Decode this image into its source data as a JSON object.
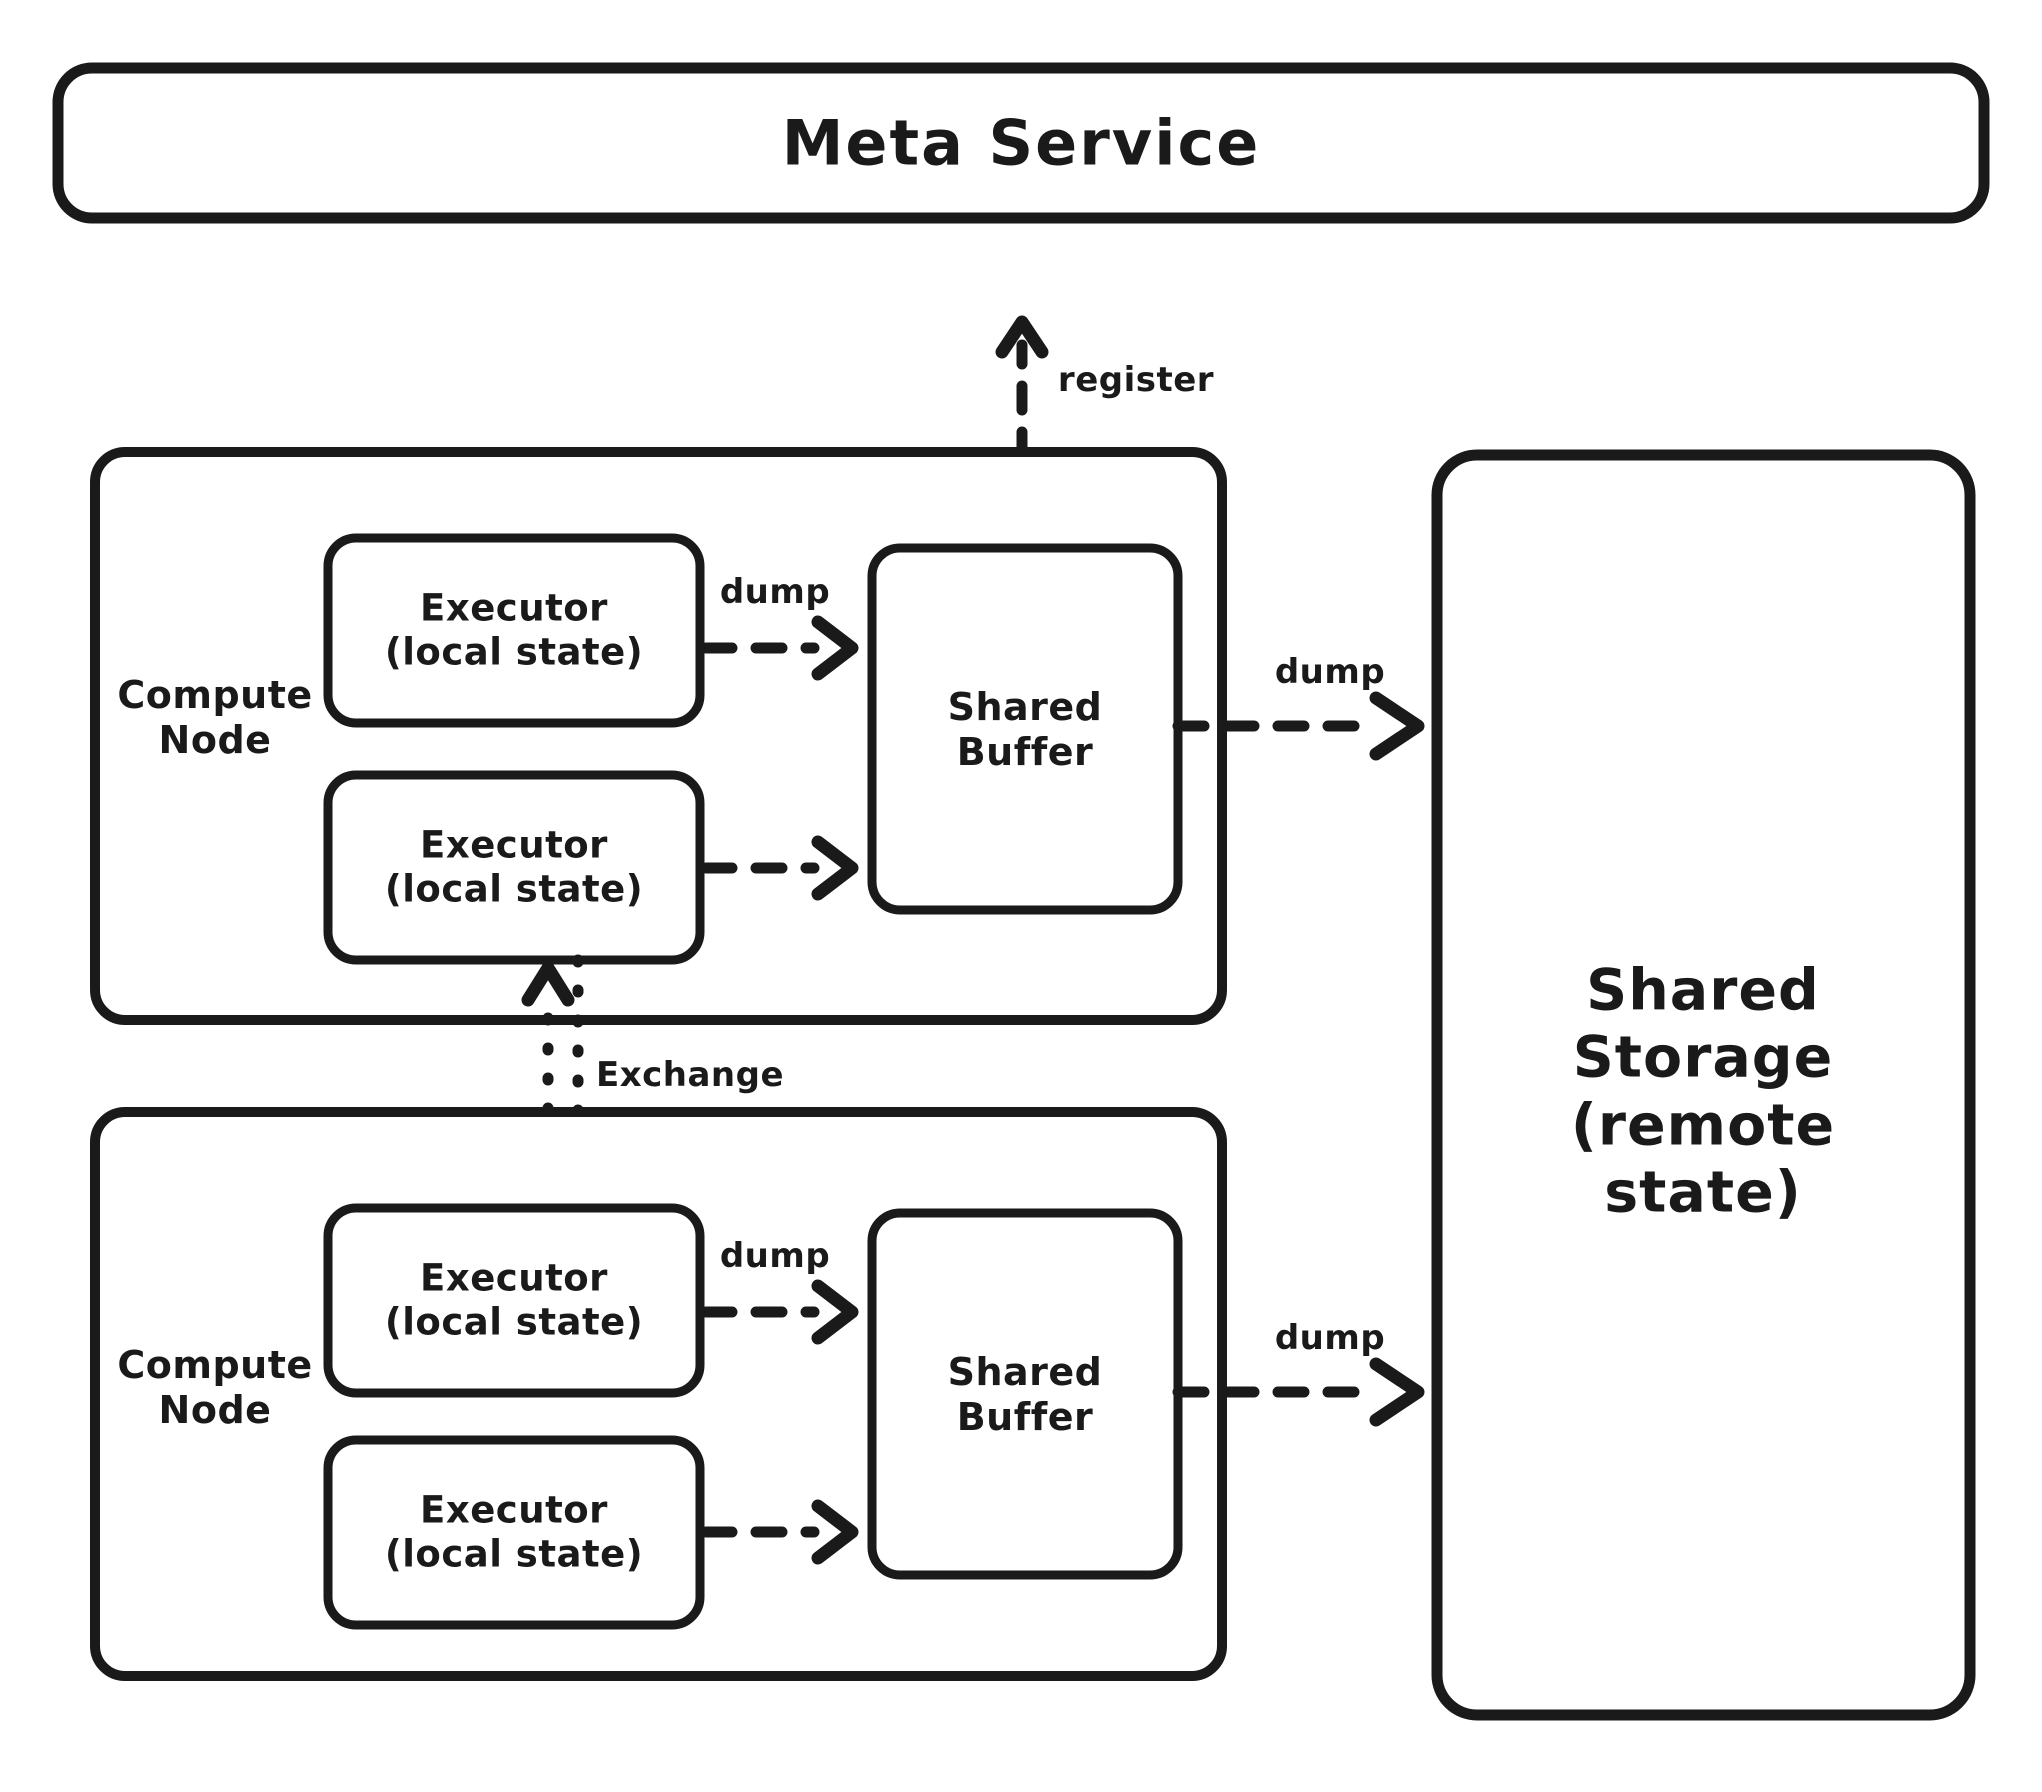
{
  "diagram": {
    "title_block": {
      "label": "Meta Service"
    },
    "storage_block": {
      "label": "Shared\nStorage\n(remote state)"
    },
    "compute_nodes": [
      {
        "label": "Compute\nNode",
        "executors": [
          {
            "label": "Executor\n(local state)"
          },
          {
            "label": "Executor\n(local state)"
          }
        ],
        "buffer": {
          "label": "Shared\nBuffer"
        },
        "edges": {
          "executor_to_buffer": "dump",
          "buffer_to_storage": "dump"
        }
      },
      {
        "label": "Compute\nNode",
        "executors": [
          {
            "label": "Executor\n(local state)"
          },
          {
            "label": "Executor\n(local state)"
          }
        ],
        "buffer": {
          "label": "Shared\nBuffer"
        },
        "edges": {
          "executor_to_buffer": "dump",
          "buffer_to_storage": "dump"
        }
      }
    ],
    "edges": {
      "register": "register",
      "exchange": "Exchange"
    },
    "colors": {
      "ink": "#1a1a1a",
      "paper": "#ffffff"
    }
  }
}
